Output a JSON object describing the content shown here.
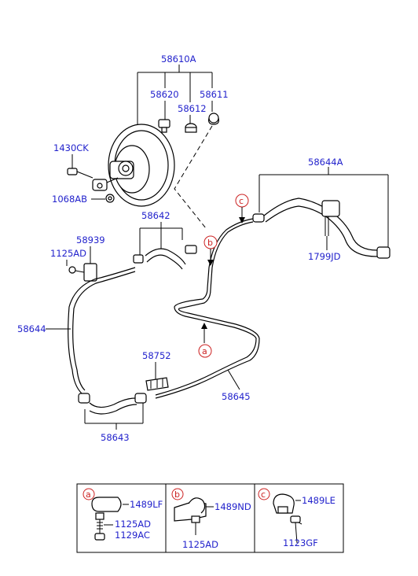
{
  "labels": {
    "booster_assy": "58610A",
    "p58620": "58620",
    "p58612": "58612",
    "p58611": "58611",
    "p1430CK": "1430CK",
    "p1068AB": "1068AB",
    "p58642": "58642",
    "p58939": "58939",
    "p1125AD": "1125AD",
    "p58644": "58644",
    "p58644A": "58644A",
    "p1799JD": "1799JD",
    "p58752": "58752",
    "p58645": "58645",
    "p58643": "58643"
  },
  "callouts": {
    "a": "a",
    "b": "b",
    "c": "c"
  },
  "legend": {
    "a": {
      "tag": "a",
      "part1": "1489LF",
      "part2": "1125AD",
      "part3": "1129AC"
    },
    "b": {
      "tag": "b",
      "part1": "1489ND",
      "part2": "1125AD"
    },
    "c": {
      "tag": "c",
      "part1": "1489LE",
      "part2": "1123GF"
    }
  },
  "colors": {
    "label_blue": "#2222cc",
    "callout_red": "#cc2222",
    "line_black": "#000000"
  }
}
